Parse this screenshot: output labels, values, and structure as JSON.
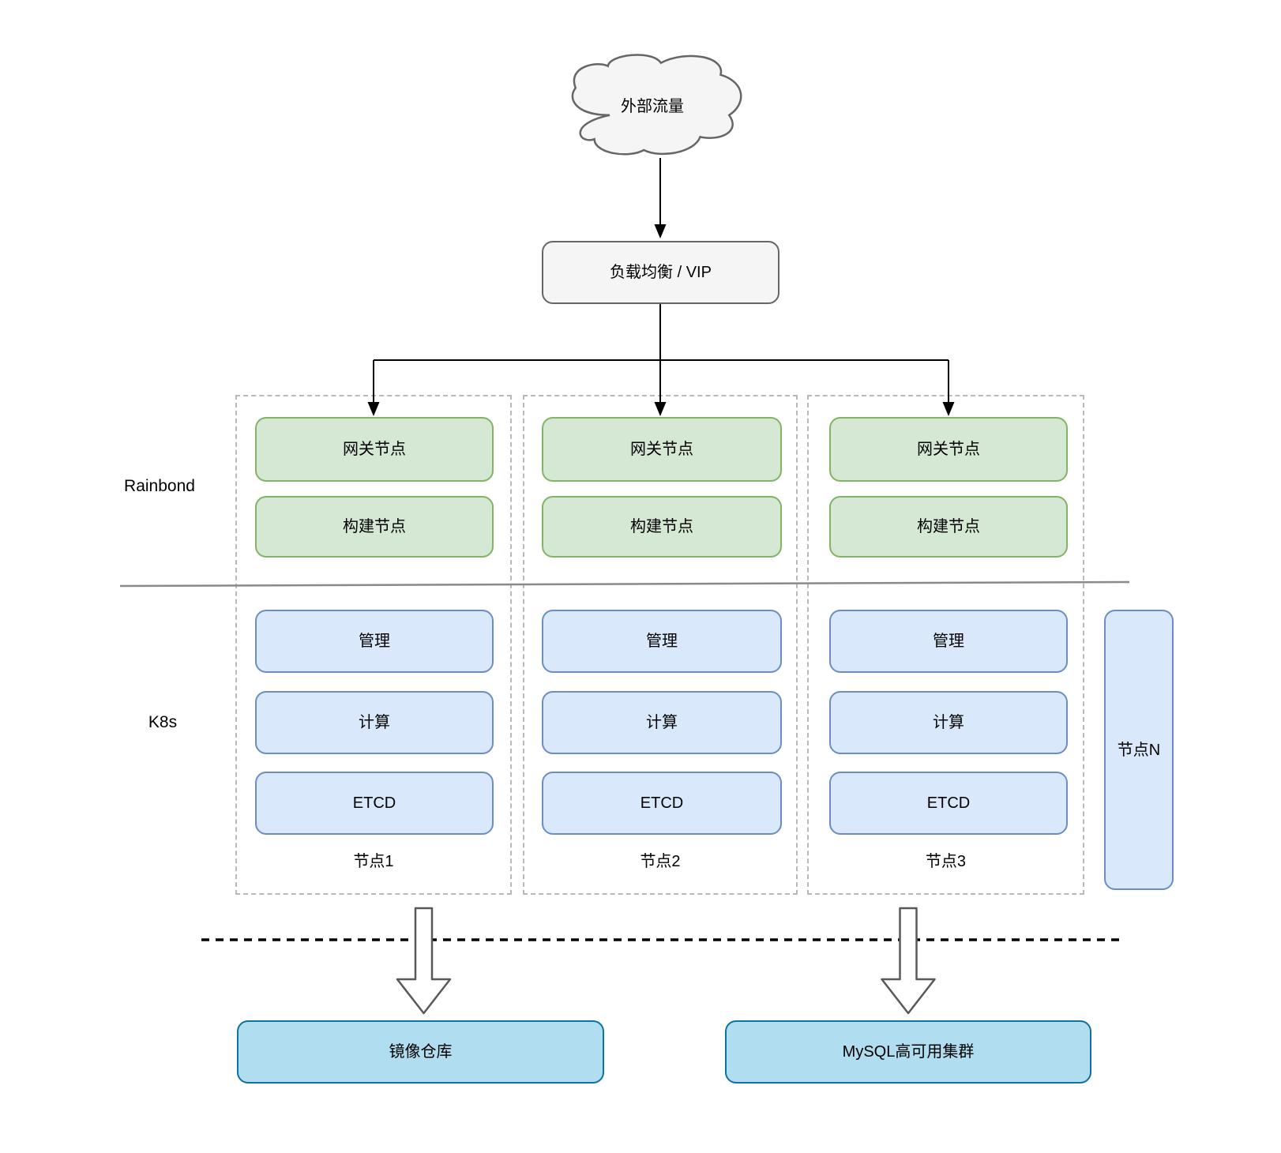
{
  "diagram": {
    "cloud": {
      "label": "外部流量"
    },
    "load_balancer": {
      "label": "负载均衡 / VIP"
    },
    "sections": {
      "rainbond_label": "Rainbond",
      "k8s_label": "K8s"
    },
    "columns": [
      {
        "gateway_label": "网关节点",
        "build_label": "构建节点",
        "manage_label": "管理",
        "compute_label": "计算",
        "etcd_label": "ETCD",
        "node_label": "节点1"
      },
      {
        "gateway_label": "网关节点",
        "build_label": "构建节点",
        "manage_label": "管理",
        "compute_label": "计算",
        "etcd_label": "ETCD",
        "node_label": "节点2"
      },
      {
        "gateway_label": "网关节点",
        "build_label": "构建节点",
        "manage_label": "管理",
        "compute_label": "计算",
        "etcd_label": "ETCD",
        "node_label": "节点3"
      }
    ],
    "node_n": {
      "label": "节点N"
    },
    "external_services": {
      "registry_label": "镜像仓库",
      "mysql_label": "MySQL高可用集群"
    },
    "colors": {
      "green_fill": "#d5e8d4",
      "green_border": "#82b366",
      "blue_fill": "#dae8fc",
      "blue_border": "#6c8ebf",
      "bottom_fill": "#b1ddf0",
      "bottom_border": "#10739e",
      "lb_fill": "#f5f5f5",
      "lb_border": "#666666",
      "connector": "#000000",
      "divider": "#8a8a8a",
      "column_dash": "#b9b9b9"
    }
  }
}
